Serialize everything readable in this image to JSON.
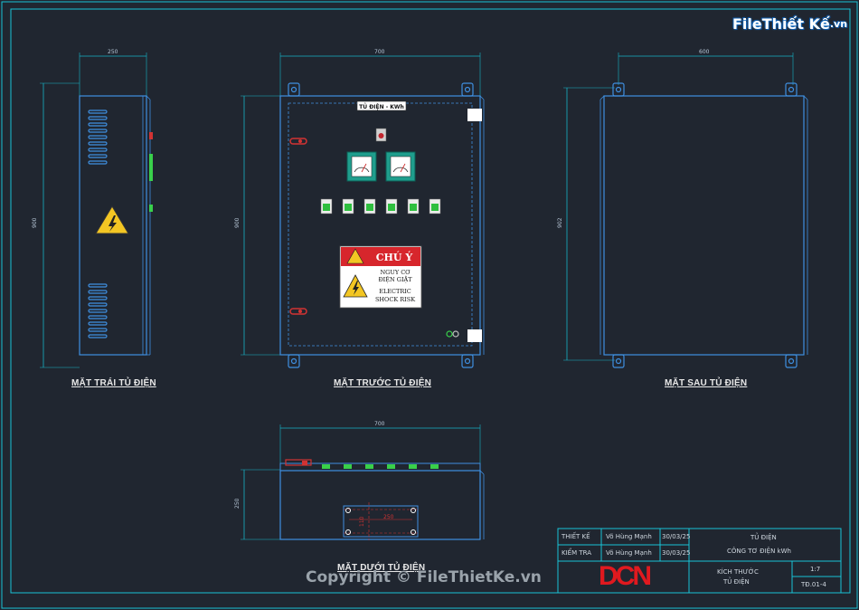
{
  "logo": {
    "brand": "File",
    "brand2": "Thiết Kế",
    "ext": ".vn"
  },
  "views": {
    "left": {
      "title": "MẶT TRÁI TỦ ĐIỆN",
      "width_dim": "250",
      "height_dim": "900"
    },
    "front": {
      "title": "MẶT TRƯỚC TỦ ĐIỆN",
      "width_dim": "700",
      "height_dim": "900",
      "nameplate": "TỦ ĐIỆN - KWh"
    },
    "back": {
      "title": "MẶT SAU TỦ ĐIỆN",
      "width_dim": "600",
      "height_dim": "902"
    },
    "bottom": {
      "title": "MẶT DƯỚI TỦ ĐIỆN",
      "width_dim": "700",
      "height_dim": "250",
      "inner_w": "250",
      "inner_h": "110"
    }
  },
  "warning_sign": {
    "heading": "CHÚ Ý",
    "line1": "NGUY CƠ",
    "line2": "ĐIỆN GIẬT",
    "line3": "ELECTRIC",
    "line4": "SHOCK RISK"
  },
  "title_block": {
    "designer_label": "THIẾT KẾ",
    "designer_name": "Võ Hùng Mạnh",
    "designer_date": "30/03/25",
    "checker_label": "KIỂM TRA",
    "checker_name": "Võ Hùng Mạnh",
    "checker_date": "30/03/25",
    "project_line1": "TỦ ĐIỆN",
    "project_line2": "CÔNG TƠ ĐIỆN kWh",
    "drawing_line1": "KÍCH THƯỚC",
    "drawing_line2": "TỦ ĐIỆN",
    "scale": "1:7",
    "code": "TĐ.01-4",
    "company": "DCN"
  },
  "copyright": "Copyright © FileThietKe.vn",
  "colors": {
    "background": "#202630",
    "frame": "#19c3d6",
    "body": "#3f8fe0",
    "dim": "#17b3c6",
    "red": "#d23333",
    "green": "#39d04a"
  }
}
